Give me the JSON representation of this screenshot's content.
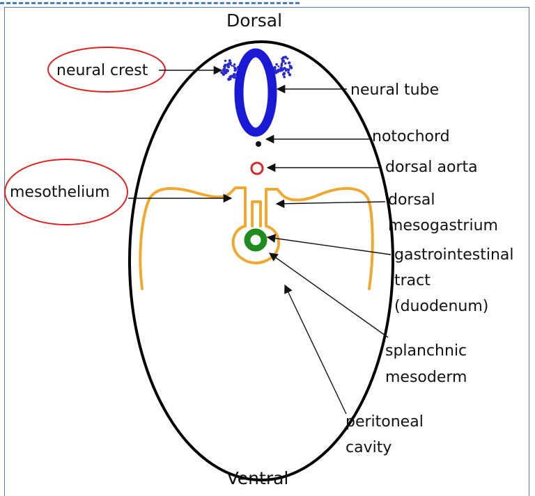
{
  "labels": {
    "dorsal": "Dorsal",
    "ventral": "Ventral",
    "neural_crest": "neural crest",
    "neural_tube": "neural tube",
    "notochord": "notochord",
    "dorsal_aorta": "dorsal aorta",
    "mesothelium": "mesothelium",
    "dorsal_mesogastrium_1": "dorsal",
    "dorsal_mesogastrium_2": "mesogastrium",
    "gi_tract_1": "gastrointestinal",
    "gi_tract_2": "tract",
    "gi_tract_3": "(duodenum)",
    "splanchnic_1": "splanchnic",
    "splanchnic_2": "mesoderm",
    "peritoneal_1": "peritoneal",
    "peritoneal_2": "cavity"
  },
  "colors": {
    "neural_tube": "#1a1ad6",
    "neural_crest_dots": "#2a2acc",
    "dorsal_aorta": "#d62a2a",
    "gut": "#1e8c1e",
    "mesoderm": "#f0a830",
    "highlight_oval": "#e02020",
    "frame": "#4a7ebb"
  }
}
